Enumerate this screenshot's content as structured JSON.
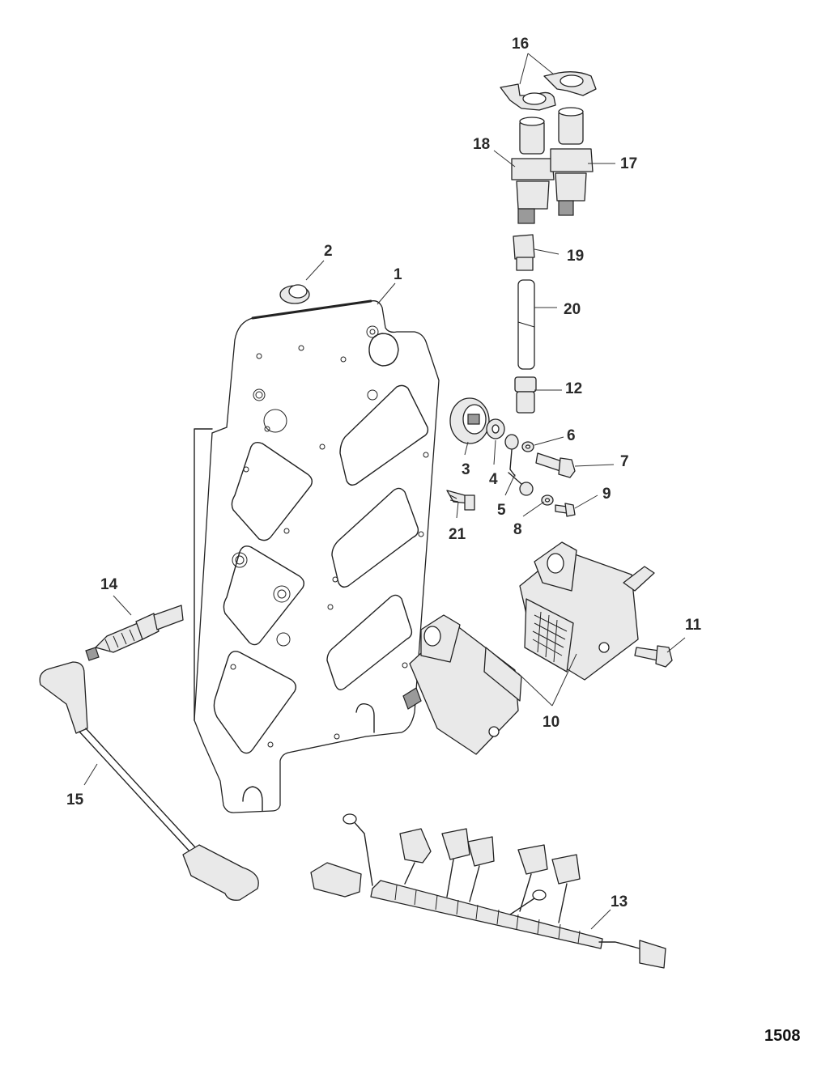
{
  "figure": {
    "number": "1508"
  },
  "callouts": {
    "c1": "1",
    "c2": "2",
    "c3": "3",
    "c4": "4",
    "c5": "5",
    "c6": "6",
    "c7": "7",
    "c8": "8",
    "c9": "9",
    "c10": "10",
    "c11": "11",
    "c12": "12",
    "c13": "13",
    "c14": "14",
    "c15": "15",
    "c16": "16",
    "c17": "17",
    "c18": "18",
    "c19": "19",
    "c20": "20",
    "c21": "21"
  }
}
